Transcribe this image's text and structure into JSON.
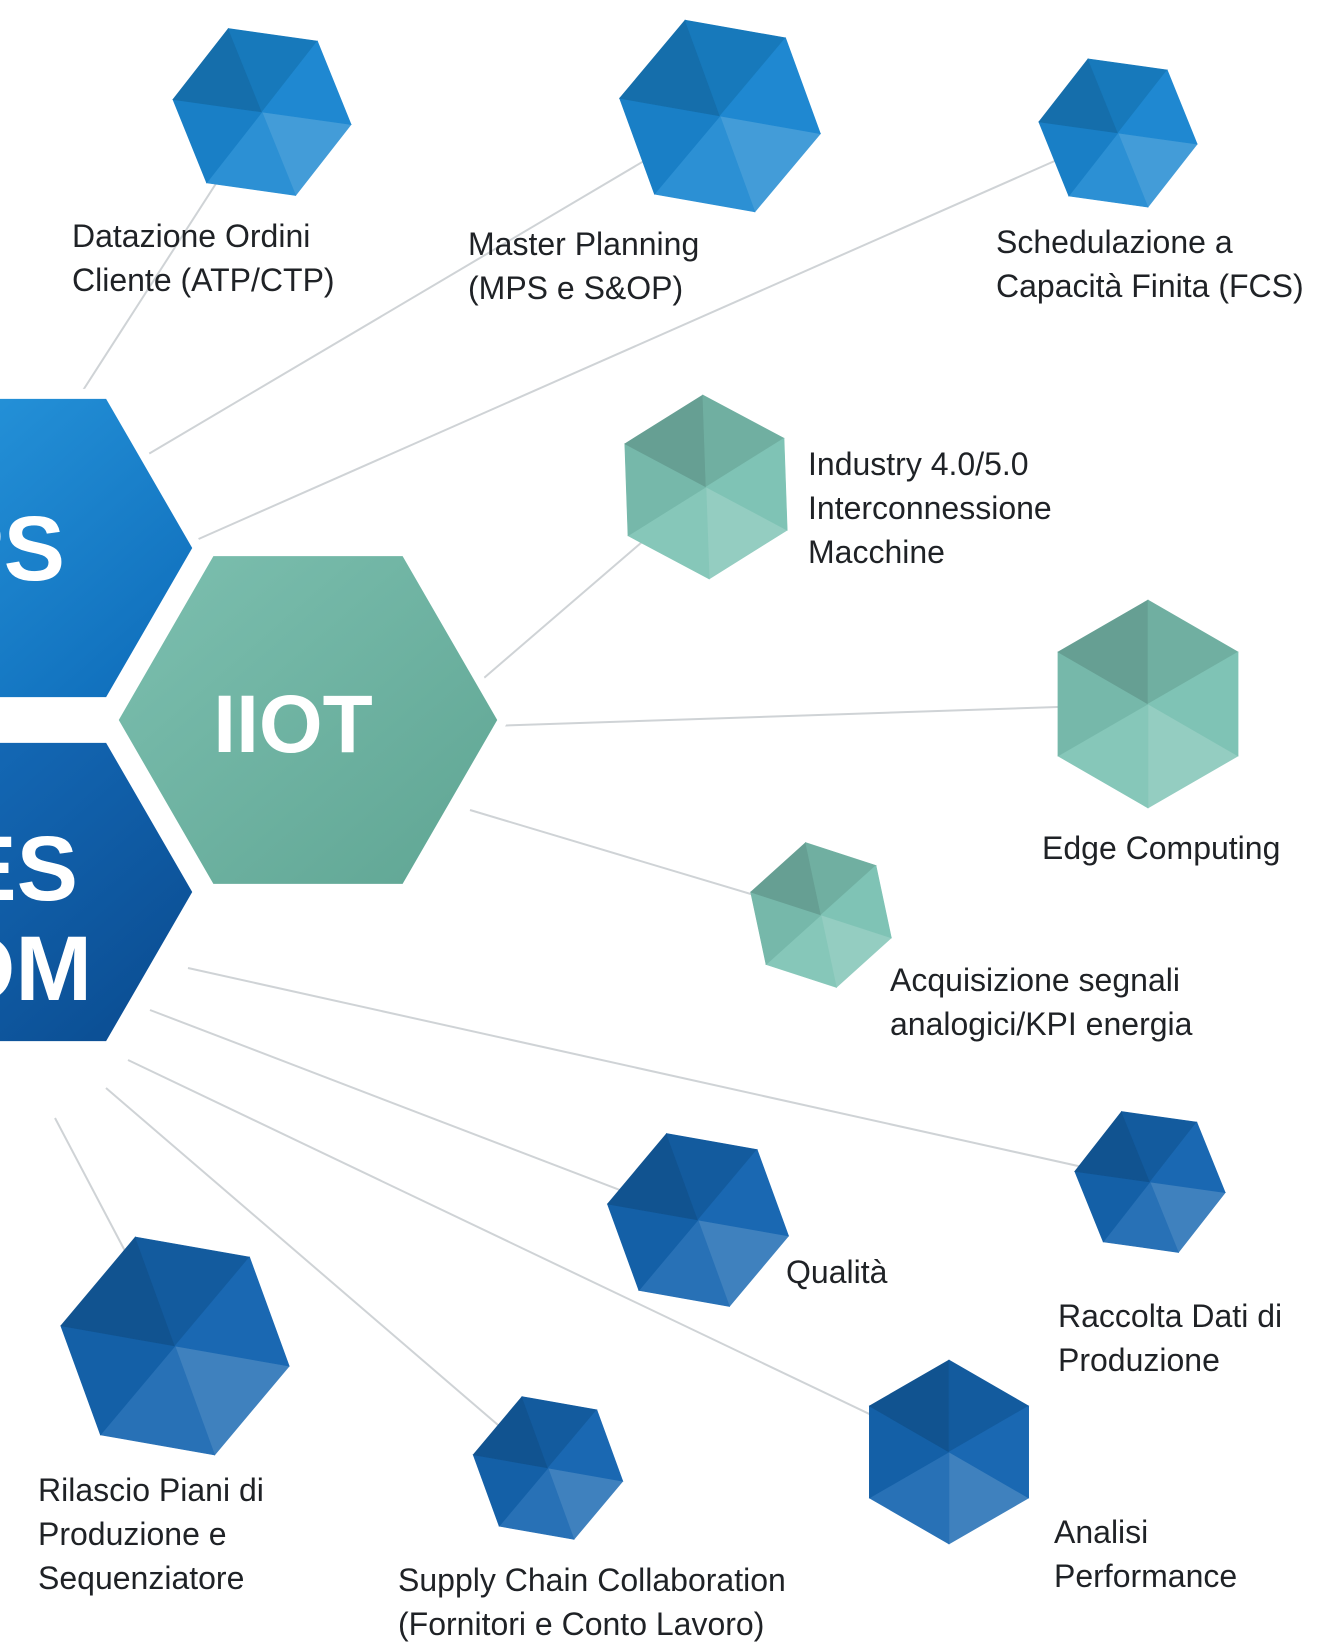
{
  "hubs": {
    "aps": {
      "label": "PS",
      "color": "#1a84cc"
    },
    "mes": {
      "label_line1": "ES",
      "label_line2": "OM",
      "color": "#0f5ea8"
    },
    "iiot": {
      "label": "IIOT",
      "color": "#6fb3a3"
    }
  },
  "colors": {
    "aps_gem": "#1a86d0",
    "iiot_gem": "#7cc2b3",
    "mes_gem": "#1565b0",
    "connector": "#cfd3d6"
  },
  "nodes": {
    "datazione": {
      "lines": [
        "Datazione Ordini",
        "Cliente (ATP/CTP)"
      ]
    },
    "master": {
      "lines": [
        "Master Planning",
        "(MPS e S&OP)"
      ]
    },
    "schedulazione": {
      "lines": [
        "Schedulazione a",
        "Capacità Finita (FCS)"
      ]
    },
    "industry": {
      "lines": [
        "Industry 4.0/5.0",
        "Interconnessione",
        "Macchine"
      ]
    },
    "edge": {
      "lines": [
        "Edge Computing"
      ]
    },
    "acquisizione": {
      "lines": [
        "Acquisizione segnali",
        "analogici/KPI energia"
      ]
    },
    "qualita": {
      "lines": [
        "Qualità"
      ]
    },
    "raccolta": {
      "lines": [
        "Raccolta Dati di",
        "Produzione"
      ]
    },
    "rilascio": {
      "lines": [
        "Rilascio Piani di",
        "Produzione e",
        "Sequenziatore"
      ]
    },
    "supply": {
      "lines": [
        "Supply Chain Collaboration",
        "(Fornitori e Conto Lavoro)"
      ]
    },
    "analisi": {
      "lines": [
        "Analisi",
        "Performance"
      ]
    }
  }
}
